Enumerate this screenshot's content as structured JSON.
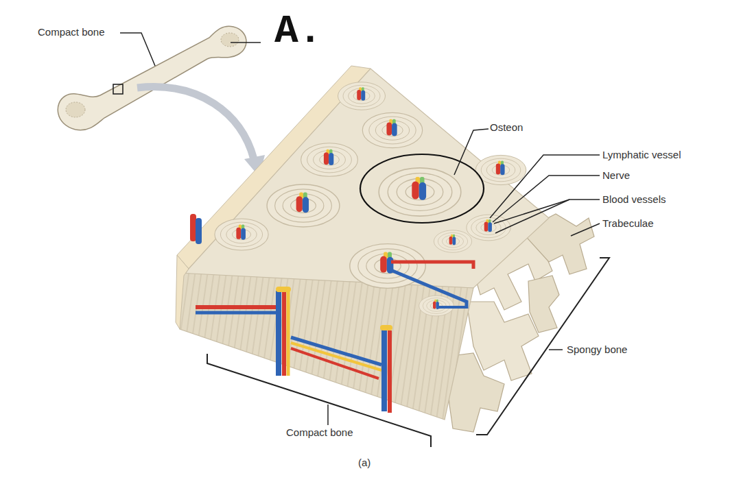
{
  "diagram": {
    "caption": "(a)",
    "labels": [
      "Compact bone",
      "A.",
      "Osteon",
      "Lymphatic vessel",
      "Nerve",
      "Blood vessels",
      "Trabeculae",
      "Spongy bone",
      "Compact bone"
    ]
  }
}
